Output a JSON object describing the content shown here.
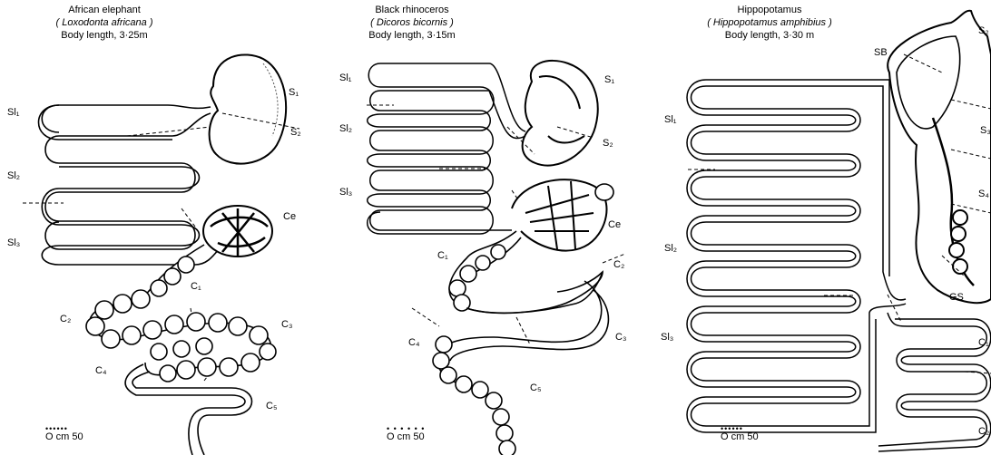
{
  "panels": {
    "elephant": {
      "common_name": "African elephant",
      "latin_name": "( Loxodonta africana )",
      "body_length": "Body length, 3·25m",
      "labels": {
        "S1": "S₁",
        "S2": "S₂",
        "Sl1": "Sl₁",
        "Sl2": "Sl₂",
        "Sl3": "Sl₃",
        "Ce": "Ce",
        "C1": "C₁",
        "C2": "C₂",
        "C3": "C₃",
        "C4": "C₄",
        "C5": "C₅"
      },
      "scale": "O  cm  50"
    },
    "rhino": {
      "common_name": "Black rhinoceros",
      "latin_name": "( Dicoros bicornis )",
      "body_length": "Body length, 3·15m",
      "labels": {
        "S1": "S₁",
        "S2": "S₂",
        "Sl1": "Sl₁",
        "Sl2": "Sl₂",
        "Sl3": "Sl₃",
        "Ce": "Ce",
        "C1": "C₁",
        "C2": "C₂",
        "C3": "C₃",
        "C4": "C₄",
        "C5": "C₅"
      },
      "scale": "O   cm   50"
    },
    "hippo": {
      "common_name": "Hippopotamus",
      "latin_name": "( Hippopotamus amphibius )",
      "body_length": "Body length, 3·30 m",
      "labels": {
        "SB": "SB",
        "S2": "S₂",
        "S3": "S₃",
        "S4": "S₄",
        "GS": "GS",
        "Sl1": "Sl₁",
        "Sl2": "Sl₂",
        "Sl3": "Sl₃",
        "C1": "C₁",
        "C2": "C₂"
      },
      "scale": "O  cm 50"
    }
  },
  "colors": {
    "ink": "#000000",
    "paper": "#ffffff"
  }
}
